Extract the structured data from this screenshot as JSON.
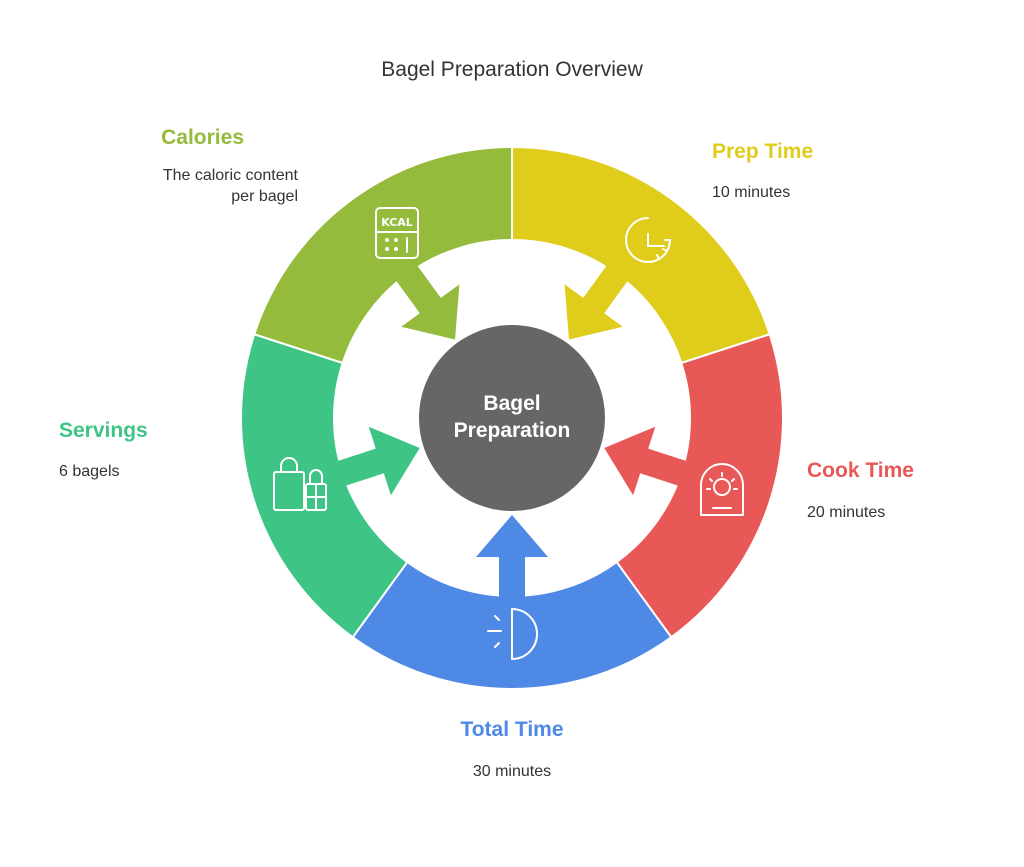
{
  "title": "Bagel Preparation Overview",
  "center": {
    "line1": "Bagel",
    "line2": "Preparation",
    "color": "#666666"
  },
  "segments": {
    "prep": {
      "title": "Prep Time",
      "desc": "10 minutes",
      "color": "#DFCC1B",
      "icon": "clock-icon"
    },
    "cook": {
      "title": "Cook Time",
      "desc": "20 minutes",
      "color": "#E75856",
      "icon": "oven-timer-icon"
    },
    "total": {
      "title": "Total Time",
      "desc": "30 minutes",
      "color": "#4F89E6",
      "icon": "half-moon-icon"
    },
    "servings": {
      "title": "Servings",
      "desc": "6 bagels",
      "color": "#3EC485",
      "icon": "shopping-bags-icon"
    },
    "calories": {
      "title": "Calories",
      "desc1": "The caloric content",
      "desc2": "per bagel",
      "color": "#94BB3C",
      "icon": "kcal-calculator-icon",
      "icon_text": "KCAL"
    }
  }
}
